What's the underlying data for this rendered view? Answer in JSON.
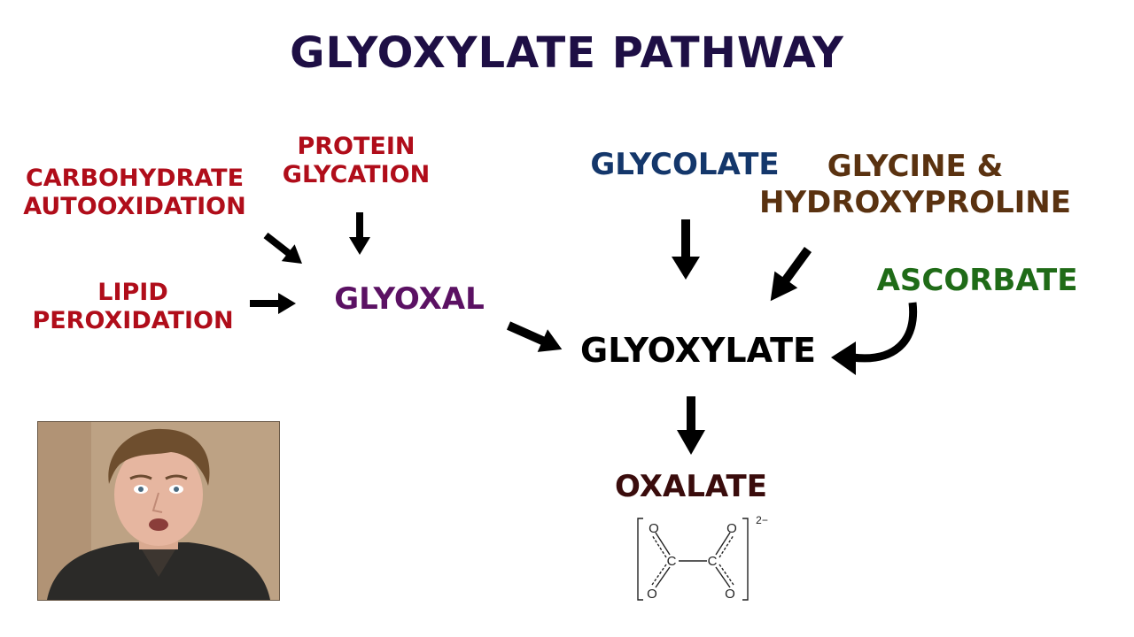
{
  "title": "GLYOXYLATE PATHWAY",
  "nodes": {
    "carbohydrate_autooxidation": {
      "line1": "CARBOHYDRATE",
      "line2": "AUTOOXIDATION"
    },
    "protein_glycation": {
      "line1": "PROTEIN",
      "line2": "GLYCATION"
    },
    "lipid_peroxidation": {
      "line1": "LIPID",
      "line2": "PEROXIDATION"
    },
    "glyoxal": "GLYOXAL",
    "glycolate": "GLYCOLATE",
    "glycine_hydroxyproline": {
      "line1": "GLYCINE &",
      "line2": "HYDROXYPROLINE"
    },
    "ascorbate": "ASCORBATE",
    "glyoxylate": "GLYOXYLATE",
    "oxalate": "OXALATE"
  },
  "formula": {
    "atom_o": "O",
    "atom_c": "C",
    "charge": "2−"
  },
  "colors": {
    "title": "#1e0f45",
    "red": "#b00d1a",
    "purple": "#5b1163",
    "blue": "#14376b",
    "brown": "#5a3210",
    "green": "#1f6b17",
    "black": "#000000",
    "oxalate": "#3a0c0c"
  }
}
